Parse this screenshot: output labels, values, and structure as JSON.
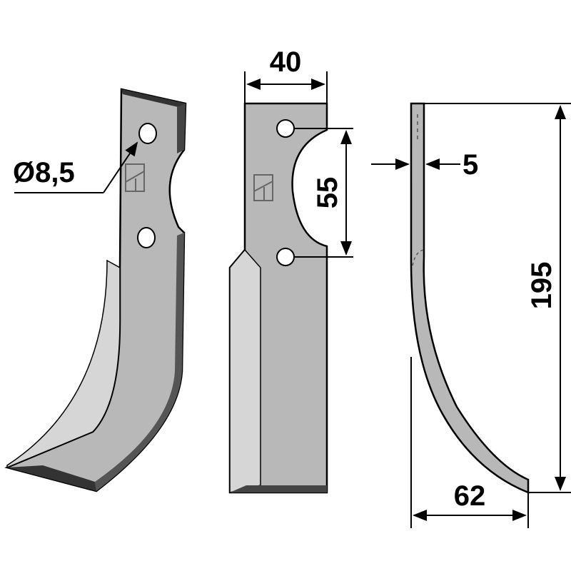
{
  "dimensions": {
    "hole_diameter": "Ø8,5",
    "width": "40",
    "hole_spacing": "55",
    "thickness": "5",
    "height": "195",
    "offset": "62"
  },
  "colors": {
    "steel": "#b8b8b8",
    "steel_light": "#d6d6d6",
    "steel_dark": "#4a4a4a",
    "outline": "#000000"
  }
}
